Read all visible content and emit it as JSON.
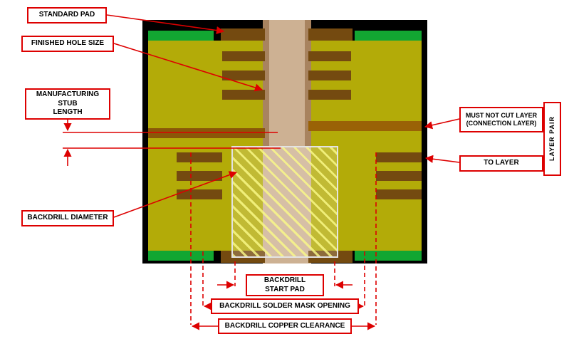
{
  "diagram_title": "Backdrill terminology cross-section",
  "labels": {
    "standard_pad": "STANDARD PAD",
    "finished_hole_size": "FINISHED HOLE SIZE",
    "manufacturing_stub": "MANUFACTURING\nSTUB\nLENGTH",
    "backdrill_diameter": "BACKDRILL DIAMETER",
    "must_not_cut": "MUST NOT CUT LAYER\n(CONNECTION LAYER)",
    "to_layer": "TO LAYER",
    "layer_pair": "LAYER PAIR",
    "backdrill_start_pad": "BACKDRILL\nSTART PAD",
    "solder_mask_opening": "BACKDRILL SOLDER MASK OPENING",
    "copper_clearance": "BACKDRILL COPPER CLEARANCE"
  },
  "colors": {
    "callout_red": "#dd0000",
    "board_black": "#000000",
    "substrate_olive": "#b3ab08",
    "solder_mask_green": "#12a632",
    "copper_brown": "#744a10",
    "connection_layer_brown": "#9a6206",
    "via_barrel_tan": "#cdb193",
    "via_plating_tan": "#a8835f",
    "hatch_yellow": "#fafa8c",
    "hatch_border_white": "#e3e3e3"
  }
}
